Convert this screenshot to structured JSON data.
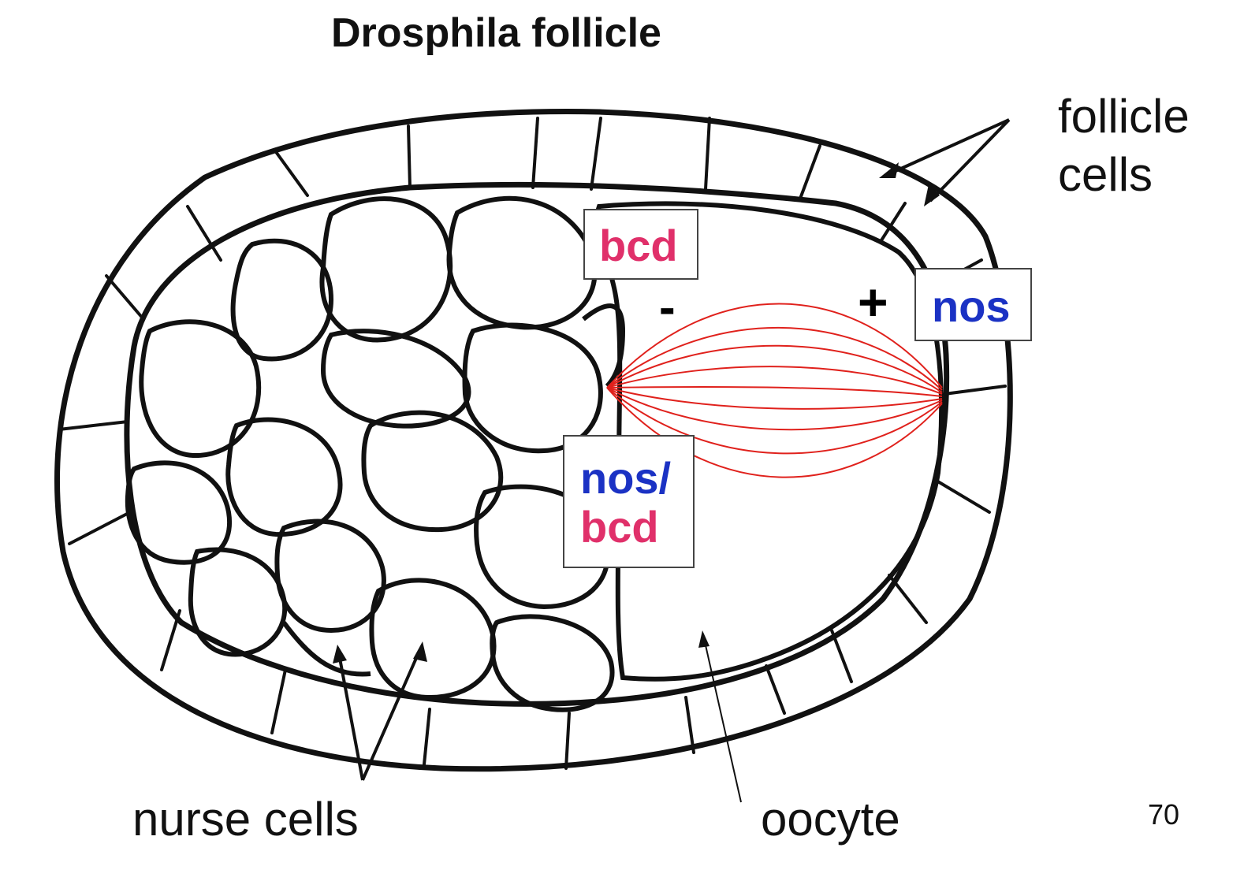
{
  "title": "Drosphila follicle",
  "labels": {
    "follicle_cells_line1": "follicle",
    "follicle_cells_line2": "cells",
    "nurse_cells": "nurse cells",
    "oocyte": "oocyte",
    "page_number": "70"
  },
  "boxes": {
    "bcd": "bcd",
    "nos": "nos",
    "nos_bcd_line1": "nos/",
    "nos_bcd_line2": "bcd"
  },
  "signs": {
    "minus": "-",
    "plus": "+"
  },
  "colors": {
    "bcd": "#e0306a",
    "nos": "#1b32c4",
    "microtubules": "#e0211c",
    "outline": "#111111"
  }
}
